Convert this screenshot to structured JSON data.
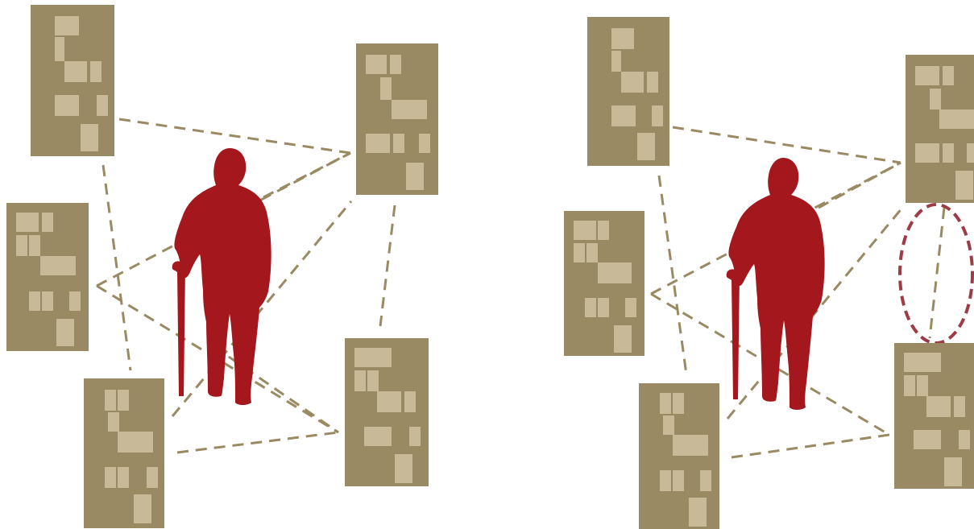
{
  "colors": {
    "background": "#ffffff",
    "card": "#9a8a63",
    "card_block": "#c8b999",
    "link": "#9a8a63",
    "person": "#a3171d",
    "highlight": "#9e3c45"
  },
  "panels": [
    {
      "name": "panel-left",
      "cards": 5,
      "links": 9,
      "highlight": false
    },
    {
      "name": "panel-right",
      "cards": 5,
      "links": 8,
      "highlight": true
    }
  ],
  "icons": {
    "person": "person-with-cane-icon",
    "card": "building-card-icon",
    "highlight": "dashed-ellipse-highlight"
  }
}
